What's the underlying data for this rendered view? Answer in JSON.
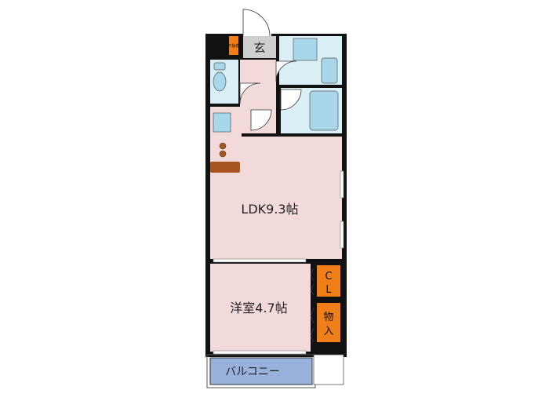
{
  "rooms": {
    "ldk": {
      "label": "LDK9.3帖",
      "color": "#f2dada"
    },
    "western": {
      "label": "洋室4.7帖",
      "color": "#f2dada"
    },
    "balcony": {
      "label": "バルコニー",
      "color": "#98b2dc"
    },
    "entrance": {
      "label": "玄",
      "color": "#cfcfcf"
    },
    "closet": {
      "label": "C L",
      "color": "#f07f1a"
    },
    "storage": {
      "label": "物入",
      "color": "#f07f1a"
    },
    "shoe_box": {
      "label": "下駄箱",
      "color": "#f07f1a"
    },
    "wet_area": {
      "color": "#dbeff6"
    },
    "fixture": {
      "color": "#a8d7ea"
    },
    "kitchen_counter": {
      "color": "#a8541e"
    }
  },
  "walls": {
    "color": "#111111"
  }
}
